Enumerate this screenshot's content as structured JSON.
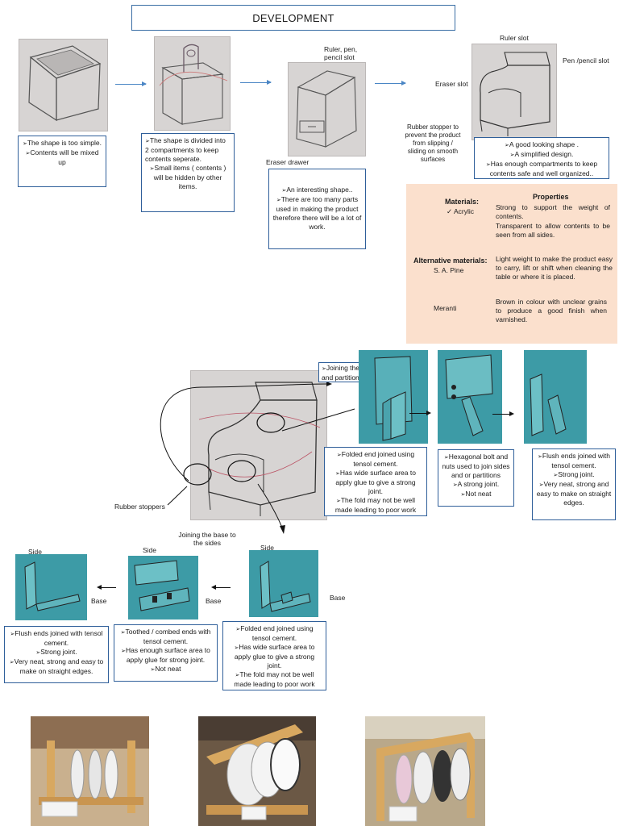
{
  "title": "DEVELOPMENT",
  "row1": {
    "box1": [
      "The shape is too simple.",
      "Contents will be mixed up"
    ],
    "box2": [
      "The shape is divided into 2 compartments to keep contents seperate.",
      "Small  items ( contents ) will be hidden by other items."
    ],
    "box3": [
      "An interesting shape..",
      "There are too many parts used in making the product therefore there will be a lot of work."
    ],
    "box4": [
      "A good looking shape .",
      "A simplified design.",
      "Has enough compartments to keep contents safe and well organized.."
    ],
    "label_ruler_pen": "Ruler, pen, pencil  slot",
    "label_eraser_drawer": "Eraser drawer",
    "label_ruler_slot": "Ruler slot",
    "label_pen_pencil_slot": "Pen /pencil slot",
    "label_eraser_slot": "Eraser slot",
    "label_rubber_stopper": "Rubber stopper to prevent  the product from slipping / sliding on smooth surfaces"
  },
  "materials": {
    "materials_heading": "Materials:",
    "properties_heading": "Properties",
    "acrylic": "Acrylic",
    "acrylic_props": "Strong to support the weight of contents.",
    "acrylic_props2": "Transparent to allow contents to be seen from all sides.",
    "alt_heading": "Alternative materials:",
    "pine": "S. A. Pine",
    "pine_props": "Light weight to make the product easy to  carry, lift or shift when cleaning the table or where it is placed.",
    "meranti": "Meranti",
    "meranti_props": "Brown in colour with unclear grains to produce a good finish when varnished."
  },
  "row2": {
    "joining_sides_box": "Joining the sides and partitions",
    "rubber_stoppers": "Rubber stoppers",
    "joining_base": "Joining the base to the sides",
    "box_folded": [
      "Folded end joined using tensol cement.",
      "Has wide surface area to apply glue to give a strong joint.",
      "The fold may not be well made leading to poor work"
    ],
    "box_hex": [
      "Hexagonal bolt and nuts used to join sides and or partitions",
      "A strong joint.",
      "Not neat"
    ],
    "box_flush": [
      "Flush ends joined with tensol cement.",
      "Strong joint.",
      "Very neat, strong and easy to make on straight edges."
    ]
  },
  "row3": {
    "side1": "Side",
    "side2": "Side",
    "side3": "Side",
    "base1": "Base",
    "base2": "Base",
    "base3": "Base",
    "box_flush": [
      "Flush ends joined with tensol cement.",
      "Strong joint.",
      "Very neat, strong and easy to make on straight edges."
    ],
    "box_toothed": [
      "Toothed / combed  ends with tensol cement.",
      "Has enough surface area to apply glue for strong joint.",
      "Not neat"
    ],
    "box_folded": [
      "Folded end joined using tensol cement.",
      "Has wide surface area to apply glue to give a strong joint.",
      "The fold may not be well made leading to poor work"
    ]
  },
  "colors": {
    "accent_border": "#2f5f9a",
    "materials_bg": "#fbe0cd",
    "teal_photo": "#3d9ba6",
    "sketch_bg": "#d7d4d3"
  }
}
